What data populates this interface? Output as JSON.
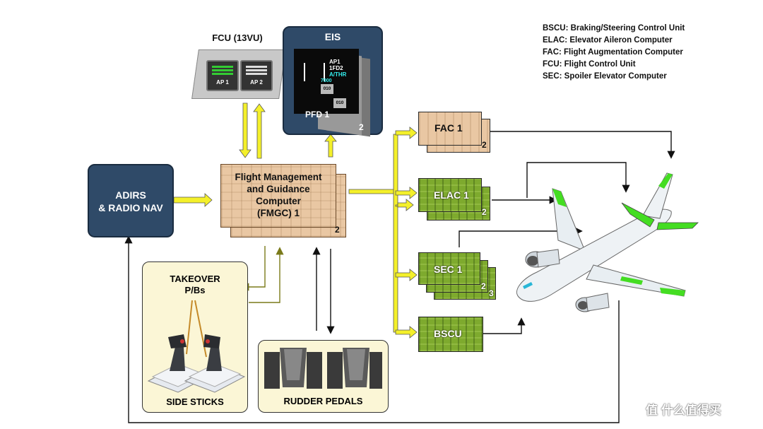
{
  "legend": [
    "BSCU: Braking/Steering Control Unit",
    "ELAC: Elevator Aileron Computer",
    "FAC: Flight Augmentation Computer",
    "FCU: Flight Control Unit",
    "SEC: Spoiler Elevator Computer"
  ],
  "fcu": {
    "title": "FCU (13VU)",
    "btn1": "AP 1",
    "btn2": "AP 2"
  },
  "eis": {
    "title": "EIS",
    "pfd": "PFD 1",
    "num": "2",
    "ap1": "AP1",
    "fd2": "1FD2",
    "athr": "A/THR",
    "alt": "7000",
    "v1": "010",
    "v2": "010"
  },
  "adirs": {
    "line1": "ADIRS",
    "line2": "& RADIO NAV"
  },
  "fmgc": {
    "line1": "Flight Management",
    "line2": "and Guidance",
    "line3": "Computer",
    "line4": "(FMGC) 1",
    "num": "2"
  },
  "cards": {
    "fac": {
      "label": "FAC 1",
      "num": "2"
    },
    "elac": {
      "label": "ELAC 1",
      "num": "2"
    },
    "sec": {
      "label": "SEC 1",
      "num2": "2",
      "num3": "3"
    },
    "bscu": {
      "label": "BSCU"
    }
  },
  "takeover": {
    "line1": "TAKEOVER",
    "line2": "P/Bs",
    "caption": "SIDE STICKS"
  },
  "rudder": {
    "caption": "RUDDER PEDALS"
  },
  "watermark": "值 什么值得买",
  "colors": {
    "navy": "#2f4a68",
    "yellow": "#f4f02a",
    "green": "#7eaa2e",
    "peach": "#e9c7a3",
    "cream": "#fbf6d6",
    "olive": "#7a7a1a"
  }
}
